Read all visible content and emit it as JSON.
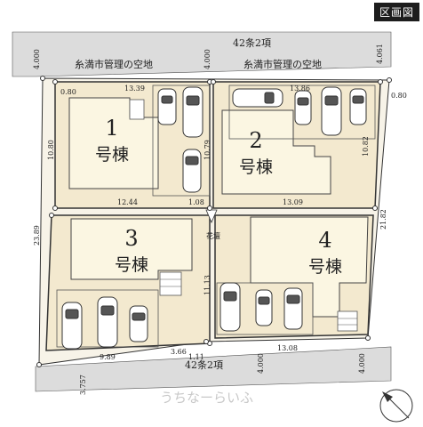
{
  "badge": "区画図",
  "roads": {
    "north": "42条2項",
    "south": "42条2項"
  },
  "vacant_lots": [
    "糸満市管理の空地",
    "糸満市管理の空地"
  ],
  "lots": [
    {
      "number": "1",
      "name": "号棟"
    },
    {
      "number": "2",
      "name": "号棟"
    },
    {
      "number": "3",
      "name": "号棟"
    },
    {
      "number": "4",
      "name": "号棟"
    }
  ],
  "flowerbed": "花壇",
  "dimensions": {
    "road_w_nw": "4.000",
    "road_w_n_mid": "4.000",
    "road_w_ne": "4.061",
    "road_w_sw": "3.757",
    "road_w_s_mid": "4.000",
    "road_w_se": "4.000",
    "l1_offset": "0.80",
    "l1_top": "13.39",
    "l1_left": "10.80",
    "l1_inner": "10.79",
    "l1_bottom": "12.44",
    "l1_corner": "1.08",
    "l2_top": "13.86",
    "l2_offset": "0.80",
    "l2_right": "10.82",
    "l2_bottom": "13.09",
    "site_left": "23.89",
    "site_right": "21.82",
    "center_v": "11.13",
    "l3_bottom": "9.89",
    "l3_a": "3.66",
    "l3_b": "1.11",
    "l4_bottom": "13.08"
  },
  "watermark": "うちなーらいふ",
  "colors": {
    "lot_fill": "#f3e9cf",
    "building_fill": "#fbf6e2",
    "site_fill": "#f7f3e8",
    "road_fill": "#dcdcdc",
    "line": "#333333"
  }
}
